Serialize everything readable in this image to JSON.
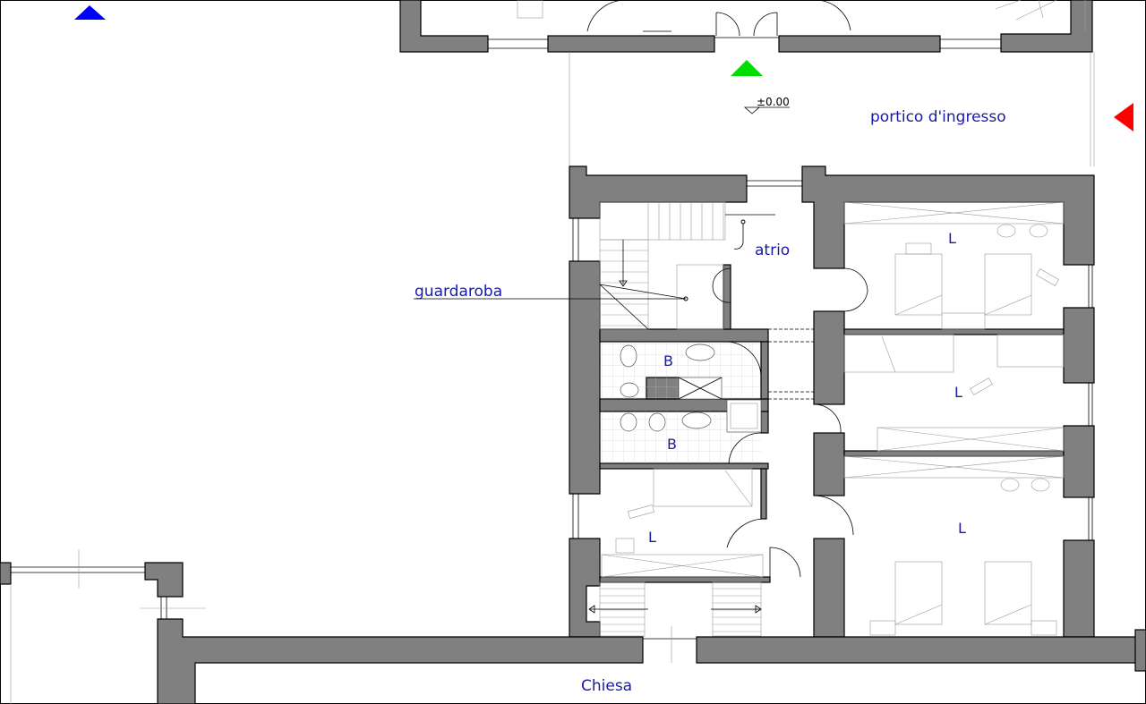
{
  "labels": {
    "portico": "portico d'ingresso",
    "atrio": "atrio",
    "guardaroba": "guardaroba",
    "bath_upper": "B",
    "bath_lower": "B",
    "bed_right_top": "L",
    "bed_right_mid": "L",
    "bed_right_bottom": "L",
    "bed_left": "L",
    "chiesa": "Chiesa"
  },
  "level_mark": "±0.00",
  "markers": {
    "top_left_color": "#0000ff",
    "top_center_color": "#00dd00",
    "right_color": "#ff0000"
  }
}
